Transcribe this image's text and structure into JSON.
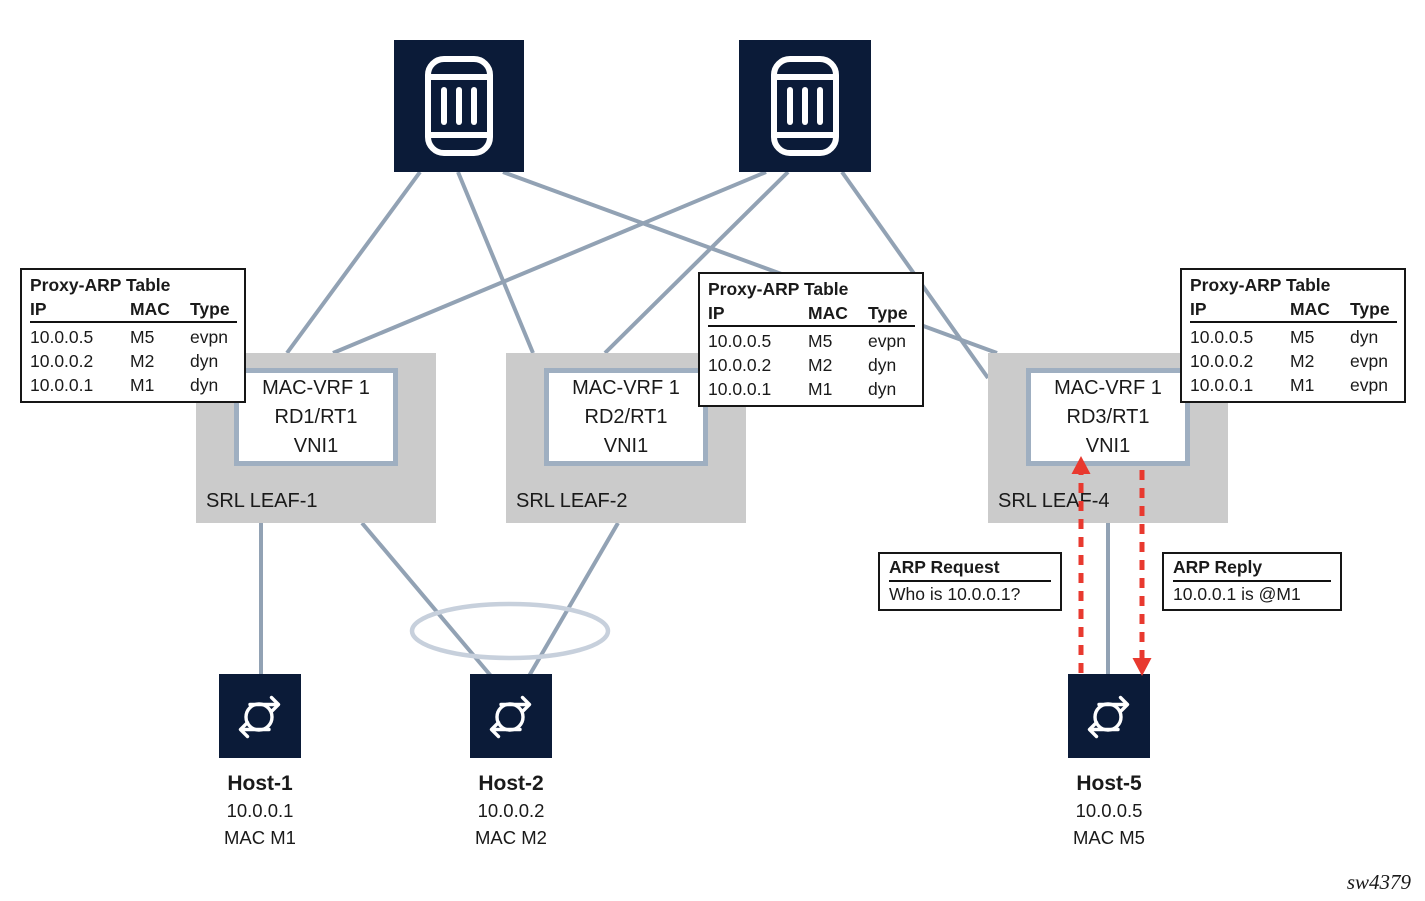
{
  "diagram": {
    "watermark": "sw4379",
    "colors": {
      "node_navy": "#0b1b38",
      "leaf_gray": "#cbcbcb",
      "link_slate": "#92a2b4",
      "lag_ellipse": "#c7d0dc",
      "arp_red": "#e8392f"
    },
    "leaves": [
      {
        "label": "SRL LEAF-1",
        "vrf": [
          "MAC-VRF 1",
          "RD1/RT1",
          "VNI1"
        ]
      },
      {
        "label": "SRL LEAF-2",
        "vrf": [
          "MAC-VRF 1",
          "RD2/RT1",
          "VNI1"
        ]
      },
      {
        "label": "SRL LEAF-4",
        "vrf": [
          "MAC-VRF 1",
          "RD3/RT1",
          "VNI1"
        ]
      }
    ],
    "proxy_arp_tables": [
      {
        "title": "Proxy-ARP Table",
        "headers": [
          "IP",
          "MAC",
          "Type"
        ],
        "rows": [
          [
            "10.0.0.5",
            "M5",
            "evpn"
          ],
          [
            "10.0.0.2",
            "M2",
            "dyn"
          ],
          [
            "10.0.0.1",
            "M1",
            "dyn"
          ]
        ]
      },
      {
        "title": "Proxy-ARP Table",
        "headers": [
          "IP",
          "MAC",
          "Type"
        ],
        "rows": [
          [
            "10.0.0.5",
            "M5",
            "evpn"
          ],
          [
            "10.0.0.2",
            "M2",
            "dyn"
          ],
          [
            "10.0.0.1",
            "M1",
            "dyn"
          ]
        ]
      },
      {
        "title": "Proxy-ARP Table",
        "headers": [
          "IP",
          "MAC",
          "Type"
        ],
        "rows": [
          [
            "10.0.0.5",
            "M5",
            "dyn"
          ],
          [
            "10.0.0.2",
            "M2",
            "evpn"
          ],
          [
            "10.0.0.1",
            "M1",
            "evpn"
          ]
        ]
      }
    ],
    "hosts": [
      {
        "name": "Host-1",
        "ip": "10.0.0.1",
        "mac": "MAC M1"
      },
      {
        "name": "Host-2",
        "ip": "10.0.0.2",
        "mac": "MAC M2"
      },
      {
        "name": "Host-5",
        "ip": "10.0.0.5",
        "mac": "MAC M5"
      }
    ],
    "callouts": {
      "arp_request": {
        "title": "ARP Request",
        "text": "Who is 10.0.0.1?"
      },
      "arp_reply": {
        "title": "ARP Reply",
        "text": "10.0.0.1 is @M1"
      }
    }
  }
}
